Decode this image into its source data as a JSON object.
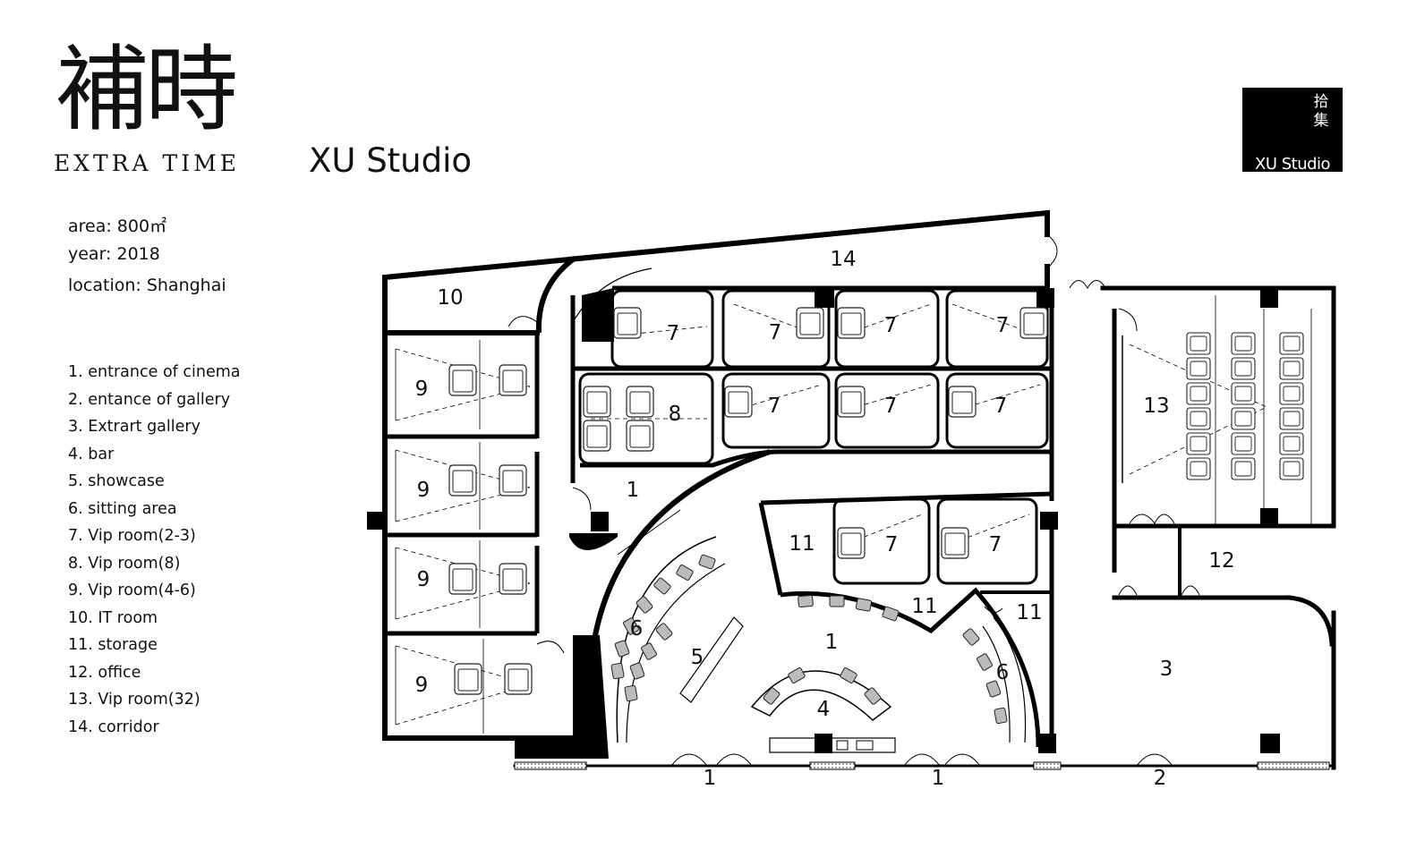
{
  "logo": {
    "chinese": "補時",
    "english": "EXTRA TIME"
  },
  "studio_title": "XU Studio",
  "badge": {
    "chinese": "拾集",
    "english": "XU Studio"
  },
  "project_info": {
    "area": "area: 800㎡",
    "year": "year: 2018",
    "location": "location: Shanghai"
  },
  "legend": [
    "1. entrance of cinema",
    "2. entance of gallery",
    "3. Extrart gallery",
    "4. bar",
    "5. showcase",
    "6. sitting area",
    "7. Vip room(2-3)",
    "8. Vip room(8)",
    "9. Vip room(4-6)",
    "10. IT room",
    "11. storage",
    "12. office",
    "13. Vip room(32)",
    "14. corridor"
  ],
  "plan_labels": {
    "corridor": "14",
    "it_room": "10",
    "vip_small": "7",
    "vip_8": "8",
    "vip_46": "9",
    "vip_32": "13",
    "office": "12",
    "storage": "11",
    "gallery": "3",
    "entrance_cinema": "1",
    "entrance_gallery": "2",
    "bar": "4",
    "showcase": "5",
    "sitting": "6",
    "lobby": "1"
  }
}
